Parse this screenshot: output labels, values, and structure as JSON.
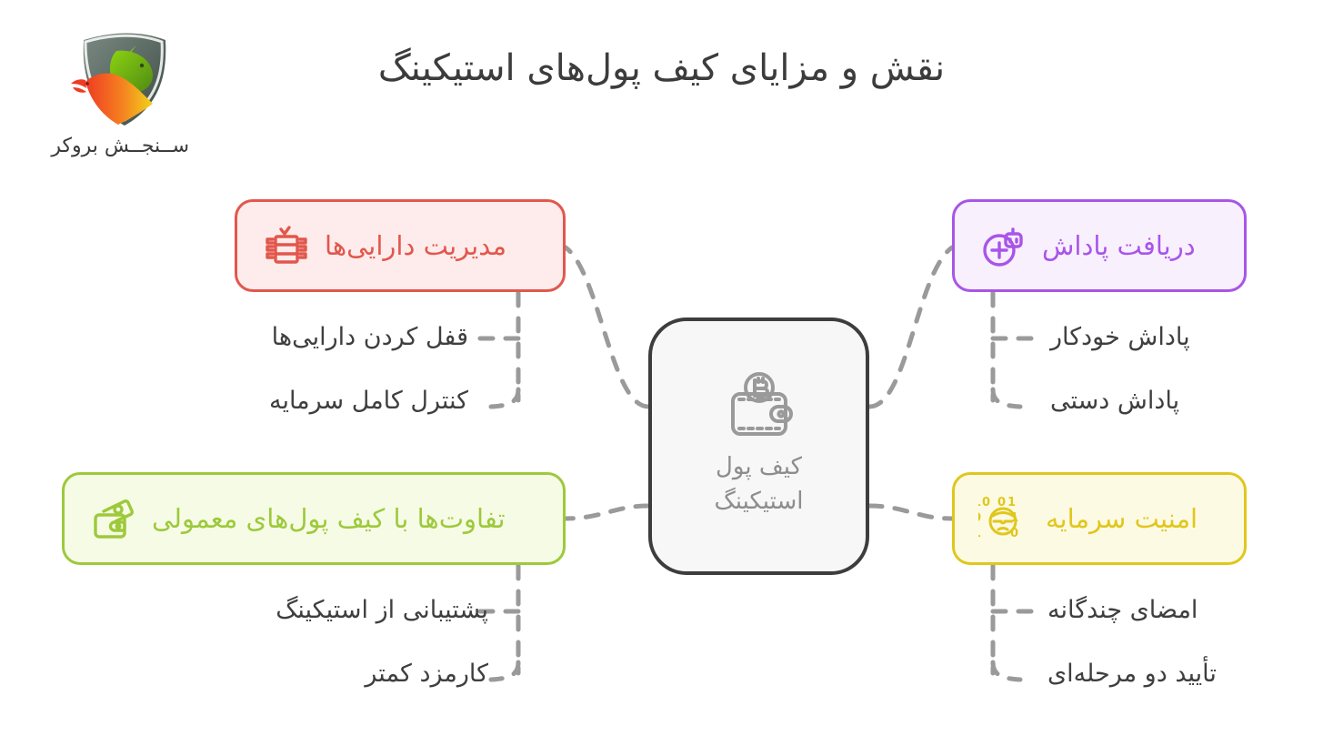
{
  "brand": {
    "logo_icon": "bull-bear-shield-logo",
    "name": "ســنجــش بروکر"
  },
  "header": {
    "title": "نقش و مزایای کیف پول‌های استیکینگ"
  },
  "center": {
    "icon": "bitcoin-wallet-icon",
    "label": "کیف پول\nاستیکینگ",
    "border_color": "#3d3d3d",
    "fill_color": "#f7f7f7",
    "text_color": "#8d8d8d"
  },
  "connector": {
    "color": "#9a9a9a",
    "style": "dashed"
  },
  "branches": [
    {
      "id": "assets",
      "label": "مدیریت دارایی‌ها",
      "icon": "server-rack-check-icon",
      "accent_color": "#e2574c",
      "fill_color": "#fdeceb",
      "side": "right",
      "items": [
        "قفل کردن دارایی‌ها",
        "کنترل کامل سرمایه"
      ]
    },
    {
      "id": "rewards",
      "label": "دریافت پاداش",
      "icon": "plus-circle-robot-icon",
      "accent_color": "#a855e8",
      "fill_color": "#f9f0fe",
      "side": "left",
      "items": [
        "پاداش خودکار",
        "پاداش دستی"
      ]
    },
    {
      "id": "diff",
      "label": "تفاوت‌ها با کیف پول‌های معمولی",
      "icon": "wallet-cash-icon",
      "accent_color": "#9dc93b",
      "fill_color": "#f6fbe6",
      "side": "right",
      "items": [
        "پشتیبانی از استیکینگ",
        "کارمزد کمتر"
      ]
    },
    {
      "id": "security",
      "label": "امنیت سرمایه",
      "icon": "binary-hacker-face-icon",
      "accent_color": "#e0c71d",
      "fill_color": "#fdfae4",
      "side": "left",
      "items": [
        "امضای چندگانه",
        "تأیید دو مرحله‌ای"
      ]
    }
  ]
}
